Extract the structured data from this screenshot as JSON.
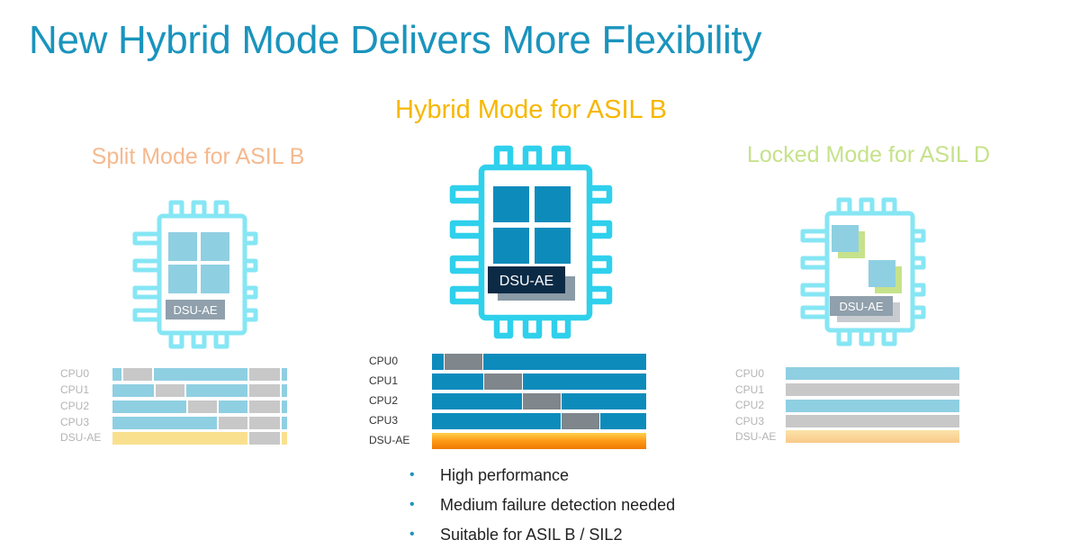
{
  "title": "New Hybrid Mode Delivers More Flexibility",
  "colors": {
    "title": "#1a94bd",
    "split_accent": "#f5b98f",
    "hybrid_accent": "#f6b700",
    "locked_accent": "#c6e28a",
    "chip_outline_light": "#86e6f4",
    "chip_outline_bright": "#2fd0ec",
    "core_light": "#8fcfe2",
    "core_dark": "#0d8cbc",
    "dsu_light": "#90a0ac",
    "dsu_dark": "#0b2a45",
    "gray_segment": "#a9a9a9"
  },
  "panels": {
    "split": {
      "title": "Split Mode for ASIL B",
      "dsu_label": "DSU-AE",
      "timeline_labels": [
        "CPU0",
        "CPU1",
        "CPU2",
        "CPU3",
        "DSU-AE"
      ]
    },
    "hybrid": {
      "title": "Hybrid Mode for ASIL B",
      "dsu_label": "DSU-AE",
      "timeline_labels": [
        "CPU0",
        "CPU1",
        "CPU2",
        "CPU3",
        "DSU-AE"
      ]
    },
    "locked": {
      "title": "Locked Mode for ASIL D",
      "dsu_label": "DSU-AE",
      "timeline_labels": [
        "CPU0",
        "CPU1",
        "CPU2",
        "CPU3",
        "DSU-AE"
      ]
    }
  },
  "bullets": [
    "High performance",
    "Medium failure detection needed",
    "Suitable for ASIL B / SIL2"
  ],
  "bullet_symbol": "•"
}
